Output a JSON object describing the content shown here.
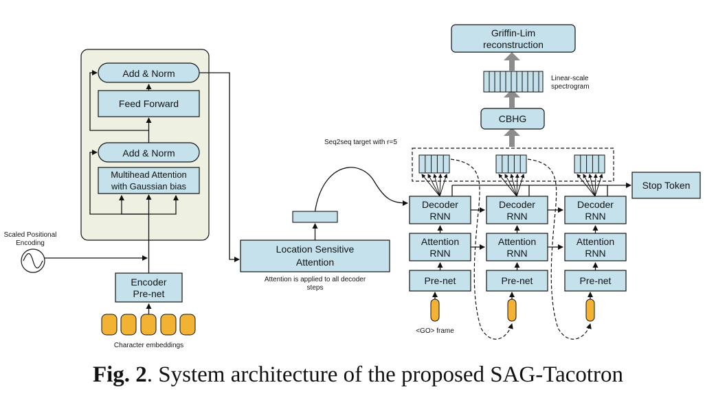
{
  "encoder": {
    "add_norm_top": "Add & Norm",
    "feed_forward": "Feed Forward",
    "add_norm_bottom": "Add & Norm",
    "mha_line1": "Multihead Attention",
    "mha_line2": "with Gaussian bias",
    "prenet_line1": "Encoder",
    "prenet_line2": "Pre-net",
    "char_embeddings_label": "Character embeddings",
    "pos_enc_line1": "Scaled Positional",
    "pos_enc_line2": "Encoding"
  },
  "attention": {
    "lsa_line1": "Location Sensitive",
    "lsa_line2": "Attention",
    "note_line1": "Attention is applied to all decoder",
    "note_line2": "steps"
  },
  "decoder": {
    "decoder_rnn_line1": "Decoder",
    "decoder_rnn_line2": "RNN",
    "attention_rnn_line1": "Attention",
    "attention_rnn_line2": "RNN",
    "prenet": "Pre-net",
    "go_frame_label": "<GO> frame",
    "seq2seq_label": "Seq2seq target with r=5",
    "stop_token": "Stop Token"
  },
  "postnet": {
    "cbhg": "CBHG",
    "spectrogram_line1": "Linear-scale",
    "spectrogram_line2": "spectrogram",
    "griffin_line1": "Griffin-Lim",
    "griffin_line2": "reconstruction"
  },
  "caption": {
    "fig_label": "Fig. 2",
    "text": ". System architecture of the proposed SAG-Tacotron"
  },
  "colors": {
    "box_fill": "#c5e1ec",
    "encoder_panel": "#eef1e2",
    "embedding_fill": "#f2b233",
    "line": "#111111",
    "gray_arrow": "#8c8c8c"
  }
}
